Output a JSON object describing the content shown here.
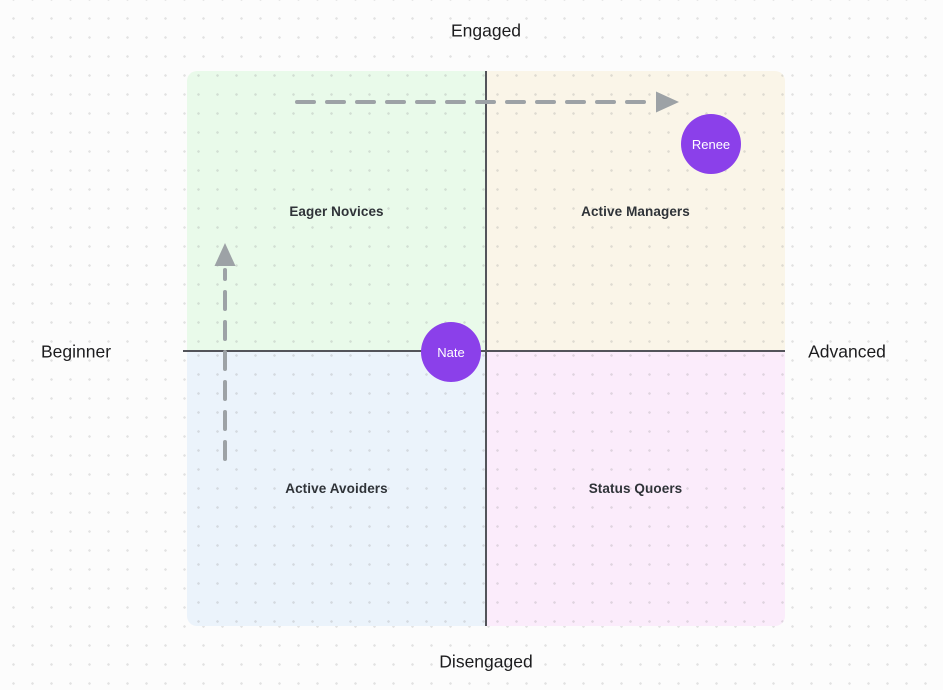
{
  "axis_labels": {
    "top": "Engaged",
    "bottom": "Disengaged",
    "left": "Beginner",
    "right": "Advanced"
  },
  "quadrants": [
    {
      "id": "top-left",
      "label": "Eager Novices",
      "color": "#E9FAEA"
    },
    {
      "id": "top-right",
      "label": "Active Managers",
      "color": "#FAF5E8"
    },
    {
      "id": "bottom-left",
      "label": "Active Avoiders",
      "color": "#EBF3FB"
    },
    {
      "id": "bottom-right",
      "label": "Status Quoers",
      "color": "#FBECFB"
    }
  ],
  "markers": [
    {
      "label": "Renee",
      "color": "#8B40EA",
      "location": "top-right quadrant"
    },
    {
      "label": "Nate",
      "color": "#8B40EA",
      "location": "center of horizontal axis"
    }
  ],
  "arrows": {
    "color": "#9DA2A6",
    "horizontal": "dashed arrow pointing right across top",
    "vertical": "dashed arrow pointing up on left side"
  },
  "axis_color": "#53545A"
}
